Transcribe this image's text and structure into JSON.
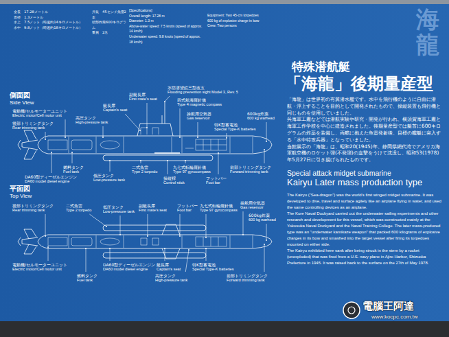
{
  "diagram": {
    "title": "「海龍」後期量産型",
    "labels": [
      "側面図",
      "Side View",
      "平面図",
      "Top View",
      "全長　17.28メートル",
      "直径　1.3メートル",
      "水上　7.5ノット（時速約14キロメートル）",
      "水中　9.8ノット（時速約18キロメートル）",
      "兵装　45センチ魚雷2本",
      "頭部炸薬600キログラム",
      "乗員　2名",
      "[Specifications]",
      "Overall length: 17.28 m",
      "Diameter: 1.3 m",
      "Above-water speed: 7.5 knots (speed of approx. 14 km/h)",
      "Underwater speed: 9.8 knots (speed of approx. 18 km/h)",
      "Equipment: Two 45-cm torpedoes",
      "600 kg of explosive charge in bow",
      "Crew: Two persons",
      "特殊潜航艇",
      "「海龍」は世界初の有翼潜水艦です。水中を飛行機のように自由に潜航・浮上することを目的として開発されたもので、操縦装置も飛行機と同じものを使用していました。",
      "呉海軍工廠などでは潜航実験や研究・開発が行われ、横須賀海軍工廠と海軍工作学校を中心に建造されました。後期量産型では艇首に600キログラムの炸薬を装備し、両舷に抱えた魚雷発射後、目標の艦艇に突入する「水中特攻兵器」となっていました。",
      "当館展示の「海龍」は、昭和20(1945)年、静岡県網代湾でアメリカ海軍航空機のロケット弾(不発弾)の直撃をうけて沈没し、昭和53(1978)年5月27日に引き揚げられたものです。",
      "Special attack midget submarine",
      "Kairyu Later mass production type",
      "The Kairyu (\"Sea-dragon\") was the world's first winged midget submarine. It was developed to dive, travel and surface agilely like an airplane flying in water, and used the same controlling devices as an airplane.",
      "The Kure Naval Dockyard carried out the underwater sailing experiments and other research and development for this vessel, which was constructed mainly at the Yokosuka Naval Dockyard and the Naval Training College. The later mass-produced type was an \"underwater kamikaze weapon\" that packed 600 kilograms of explosive charges in its bow and smashed into the target vessel after firing its torpedoes mounted on either side.",
      "The Kairyu exhibited here sank after being struck in the stern by a rocket (unexploded) that was fired from a U.S. navy plane in Ajiro Harbor, Shizuoka Prefecture in 1945. It was raised back to the surface on the 27th of May 1978.",
      "海龍",
      "電腦王阿達",
      "www.kocpc.com.tw",
      "電動機/セルモーターユニット",
      "Electric motor/Cell motor unit",
      "後部トリミングタンク",
      "Rear trimming tank",
      "高圧タンク",
      "High-pressure tank",
      "艇長席",
      "Captain's seat",
      "副艇長席",
      "First mate's seat",
      "水防潜望鏡三型改五",
      "Flooding prevention sight Model 3, Rev. 5",
      "四式航海羅針儀",
      "Type 4 magnetic compass",
      "操舵用空気器",
      "Gas reservoir",
      "特K型蓄電池",
      "Special Type-K batteries",
      "600kg炸薬",
      "600 kg warhead",
      "燃料タンク",
      "Fuel tank",
      "DA60型ディーゼルエンジン",
      "DA60 model diesel engine",
      "低圧タンク",
      "Low-pressure tank",
      "二式魚雷",
      "Type 2 torpedo",
      "操縦桿",
      "Control stick",
      "九七式転輪羅針儀",
      "Type 97 gyrocompass",
      "フットバー",
      "Foot bar",
      "前部トリミングタンク",
      "Forward trimming tank",
      "後部トリミングタンク",
      "Rear trimming tank",
      "二式魚雷",
      "Type 2 torpedo",
      "低圧タンク",
      "Low-pressure tank",
      "副艇長席",
      "First mate's seat",
      "フットバー",
      "Foot bar",
      "九七式転輪羅針儀",
      "Type 97 gyrocompass",
      "操舵用空気器",
      "Gas reservoir",
      "600kg炸薬",
      "600 kg warhead",
      "電動機/セルモーターユニット",
      "Electric motor/Cell motor unit",
      "DA60型ディーゼルエンジン",
      "DA60 model diesel engine",
      "特K型蓄電池",
      "Special Type-K batteries",
      "燃料タンク",
      "Fuel tank",
      "艇長席",
      "Captain's seat",
      "高圧タンク",
      "High-pressure tank",
      "前部トリミングタンク",
      "Forward trimming tank"
    ]
  }
}
